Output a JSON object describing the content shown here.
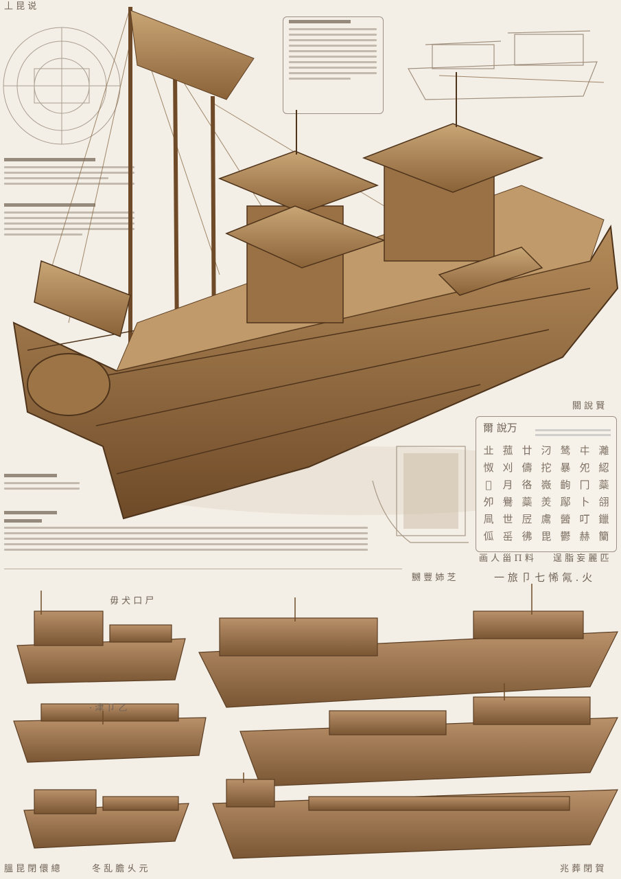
{
  "colors": {
    "paper": "#f4efe6",
    "wood_dark": "#5e3f22",
    "wood": "#a47a4a",
    "wood_light": "#d2b388",
    "ink": "#6b5a48"
  },
  "labels": {
    "top_left": "丄 昆 说",
    "panel_title": "爾 說万",
    "panel_corner": "關 說 賢",
    "panel_footer_left": "画 人 甾 П 料",
    "panel_footer_right": "逞 脂 妄 麗 匹",
    "below_panel": "嬲 豐 姉 芝",
    "caption_right": "一 旅 卩   七 悕 氝 . 火",
    "small_ship_label_1": "毋 犬 口 尸",
    "small_ship_label_2": "· 津 卩 乙",
    "bottom_left": "膃 昆 閉 儇 總",
    "bottom_mid": "冬 乱 膽 乆 元",
    "bottom_right": "兆 葬 閉 賀"
  },
  "table": {
    "rows": [
      [
        "㐀",
        "菰",
        "廿",
        "汈",
        "鸶",
        "㐄",
        "灕"
      ],
      [
        "怓",
        "刈",
        "儔",
        "拕",
        "暴",
        "夗",
        "綛"
      ],
      [
        "𠆧",
        "月",
        "𢓜",
        "嶶",
        "齣",
        "冂",
        "蘂"
      ],
      [
        "夘",
        "鸒",
        "蘂",
        "羙",
        "鄬",
        "卜",
        "翖"
      ],
      [
        "凬",
        "世",
        "㞐",
        "鬳",
        "醟",
        "叮",
        "鑞"
      ],
      [
        "𠇗",
        "䍃",
        "彿",
        "毘",
        "鬱",
        "赫",
        "籣"
      ]
    ]
  }
}
